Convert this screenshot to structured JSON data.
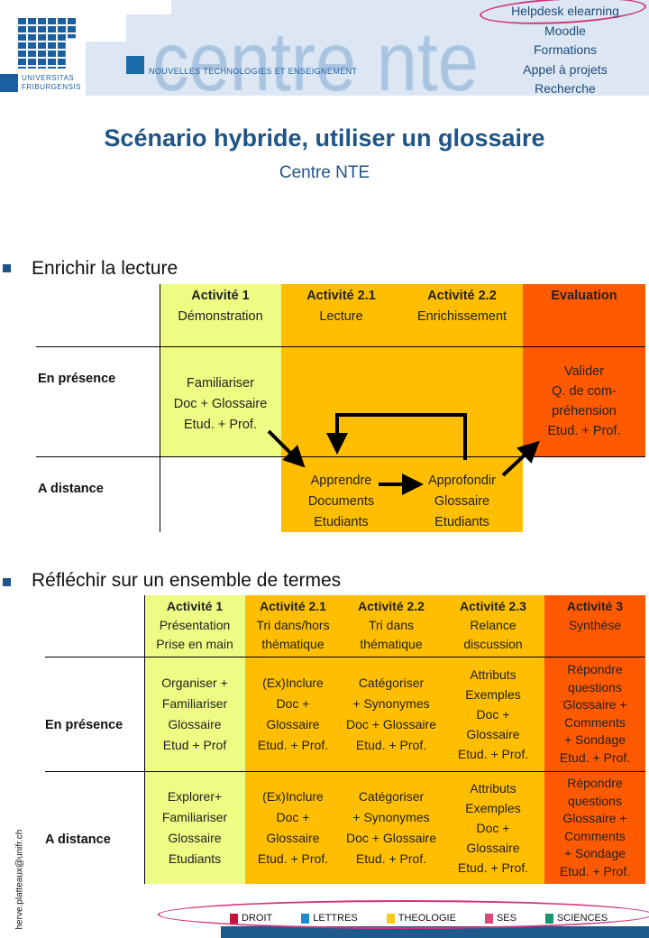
{
  "header": {
    "logo_text_1": "UNIVERSITAS",
    "logo_text_2": "FRIBURGENSIS",
    "brand": "centre nte",
    "brand_subtitle": "NOUVELLES TECHNOLOGIES ET ENSEIGNEMENT",
    "nav": [
      "Helpdesk elearning",
      "Moodle",
      "Formations",
      "Appel à projets",
      "Recherche"
    ]
  },
  "title": "Scénario hybride, utiliser un glossaire",
  "subtitle": "Centre NTE",
  "section1": {
    "title": "Enrichir la lecture",
    "columns": [
      {
        "head": "Activité 1",
        "sub": "Démonstration"
      },
      {
        "head": "Activité 2.1",
        "sub": "Lecture"
      },
      {
        "head": "Activité 2.2",
        "sub": "Enrichissement"
      },
      {
        "head": "Evaluation",
        "sub": ""
      }
    ],
    "rows": [
      {
        "label": "En présence",
        "cells": [
          [
            "Familiariser",
            "Doc + Glossaire",
            "Etud. + Prof."
          ],
          [],
          [],
          [
            "Valider",
            "Q. de com-",
            "préhension",
            "Etud. + Prof."
          ]
        ]
      },
      {
        "label": "A distance",
        "cells": [
          [],
          [
            "Apprendre",
            "Documents",
            "Etudiants"
          ],
          [
            "Approfondir",
            "Glossaire",
            "Etudiants"
          ],
          []
        ]
      }
    ]
  },
  "section2": {
    "title": "Réfléchir sur un ensemble de termes",
    "columns": [
      {
        "head": "Activité 1",
        "sub": [
          "Présentation",
          "Prise en main"
        ]
      },
      {
        "head": "Activité 2.1",
        "sub": [
          "Tri dans/hors",
          "thématique"
        ]
      },
      {
        "head": "Activité 2.2",
        "sub": [
          "Tri dans",
          "thématique"
        ]
      },
      {
        "head": "Activité 2.3",
        "sub": [
          "Relance",
          "discussion"
        ]
      },
      {
        "head": "Activité 3",
        "sub": [
          "Synthèse"
        ]
      }
    ],
    "rows": [
      {
        "label": "En présence",
        "cells": [
          [
            "Organiser +",
            "Familiariser",
            "Glossaire",
            "Etud + Prof"
          ],
          [
            "(Ex)Inclure",
            "Doc +",
            "Glossaire",
            "Etud. + Prof."
          ],
          [
            "Catégoriser",
            "+ Synonymes",
            "Doc + Glossaire",
            "Etud. + Prof."
          ],
          [
            "Attributs",
            "Exemples",
            "Doc +",
            "Glossaire",
            "Etud. + Prof."
          ],
          [
            "Répondre",
            "questions",
            "Glossaire +",
            "Comments",
            "+ Sondage",
            "Etud. + Prof."
          ]
        ]
      },
      {
        "label": "A distance",
        "cells": [
          [
            "Explorer+",
            "Familiariser",
            "Glossaire",
            "Etudiants"
          ],
          [
            "(Ex)Inclure",
            "Doc +",
            "Glossaire",
            "Etud. + Prof."
          ],
          [
            "Catégoriser",
            "+ Synonymes",
            "Doc + Glossaire",
            "Etud. + Prof."
          ],
          [
            "Attributs",
            "Exemples",
            "Doc +",
            "Glossaire",
            "Etud. + Prof."
          ],
          [
            "Répondre",
            "questions",
            "Glossaire +",
            "Comments",
            "+ Sondage",
            "Etud. + Prof."
          ]
        ]
      }
    ]
  },
  "footer": {
    "email": "herve.platteaux@unifr.ch",
    "faculties": [
      {
        "label": "DROIT",
        "color": "#c8143c"
      },
      {
        "label": "LETTRES",
        "color": "#1e8ccc"
      },
      {
        "label": "THEOLOGIE",
        "color": "#ffc814"
      },
      {
        "label": "SES",
        "color": "#dc4678"
      },
      {
        "label": "SCIENCES",
        "color": "#14966e"
      }
    ]
  },
  "colors": {
    "green": "#eefc84",
    "orange": "#ffbe00",
    "red": "#ff5a00",
    "title": "#1e5487"
  }
}
